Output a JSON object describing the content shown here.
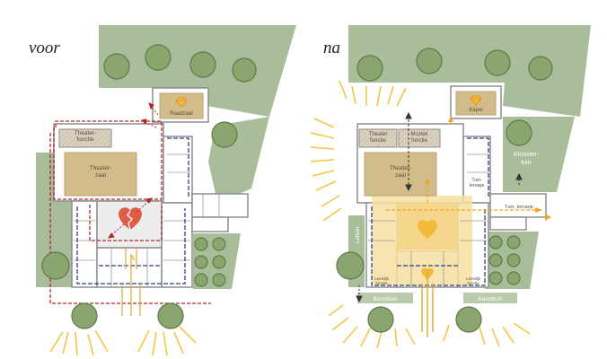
{
  "colors": {
    "park_green": "#a9bd9a",
    "tree_green": "#8aa66e",
    "tree_edge": "#5e7a4c",
    "building": "#ffffff",
    "wall": "#8e8e8e",
    "hall_tan": "#d2bd8a",
    "heart_red": "#e05a48",
    "heart_orange": "#f2b93b",
    "light_yellow": "#f3d46a",
    "route_blue": "#2f3f86",
    "route_red": "#b2282b"
  },
  "before": {
    "title": "voor",
    "labels": {
      "theater_function": "Theater-\nfunctie",
      "theater_hall": "Theater-\nzaal",
      "council_hall": "Raadzaal"
    },
    "icons": [
      "broken-heart-icon",
      "gem-icon"
    ]
  },
  "after": {
    "title": "na",
    "labels": {
      "chapel": "Kapel",
      "theater_function": "Theater\nfunctie",
      "music_function": "Muziek\nfunctie",
      "theater_hall": "Theater-\nzaal",
      "cloister_garden": "Klooster-\ntuin",
      "garden_terrace_top": "Tuin-\nterrasje",
      "garden_terrace_right": "Tuin, terrasje",
      "treehouse_garden": "Loftuin",
      "function_left": "Leerdijk\nfunctie",
      "function_right": "Leerdijk\nfunctie",
      "art_garden_left": "Kunsttuin",
      "art_garden_right": "Kunsttuin"
    },
    "icons": [
      "heart-icon",
      "gem-icon"
    ]
  }
}
